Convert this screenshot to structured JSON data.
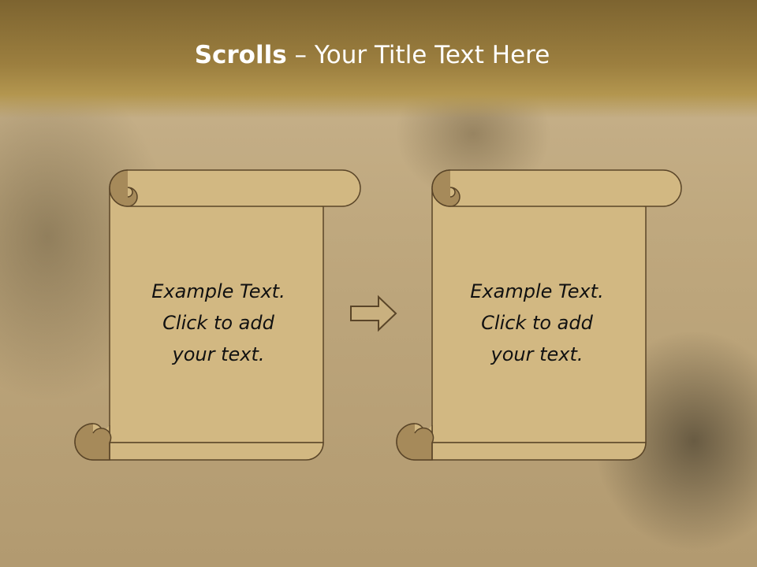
{
  "slide": {
    "title_bold": "Scrolls",
    "title_dash": " – ",
    "title_rest": "Your Title Text Here"
  },
  "scrolls": [
    {
      "lines": [
        "Example Text.",
        "Click  to add",
        "your text."
      ]
    },
    {
      "lines": [
        "Example Text.",
        "Click  to add",
        "your text."
      ]
    }
  ],
  "colors": {
    "header": "#9c7f3f",
    "scroll_fill": "#d2b882",
    "scroll_curl": "#a68a5a",
    "scroll_stroke": "#5a4528",
    "title_text": "#ffffff"
  },
  "icons": {
    "connector": "right-arrow-icon"
  }
}
